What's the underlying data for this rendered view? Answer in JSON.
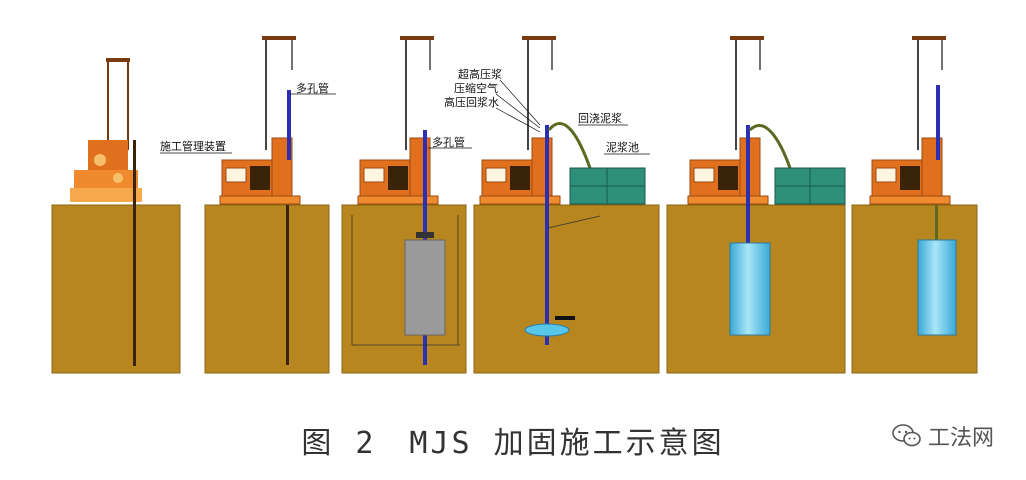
{
  "caption": "图 2　MJS 加固施工示意图",
  "watermark": {
    "text": "工法网",
    "icon": "wechat-icon"
  },
  "labels": {
    "pipe_device": "施工管理装置",
    "multi_pipe_1": "多孔管",
    "multi_pipe_2": "多孔管",
    "ultra_high_pressure": "超高压浆",
    "compressed_air": "压缩空气",
    "high_pressure_water": "高压回浆水",
    "return_slurry": "回浇泥浆",
    "slurry_pond": "泥浆池"
  },
  "colors": {
    "soil": "#b8861f",
    "soil_border": "#8a6414",
    "machine": "#e0701e",
    "machine_dark": "#9a4a10",
    "pipe": "#2b2fb3",
    "tank": "#2e8f7a",
    "column": "#57c6e8",
    "gray_block": "#9a9a9a",
    "hose": "#5a6a20"
  }
}
